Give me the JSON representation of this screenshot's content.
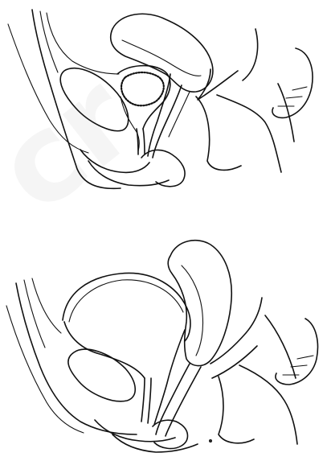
{
  "figure": {
    "panels": [
      {
        "id": "top",
        "state": "empty"
      },
      {
        "id": "bottom",
        "state": "distended"
      }
    ],
    "watermark": {
      "text": "cr"
    }
  },
  "colors": {
    "line": "#111111",
    "background": "#ffffff"
  }
}
